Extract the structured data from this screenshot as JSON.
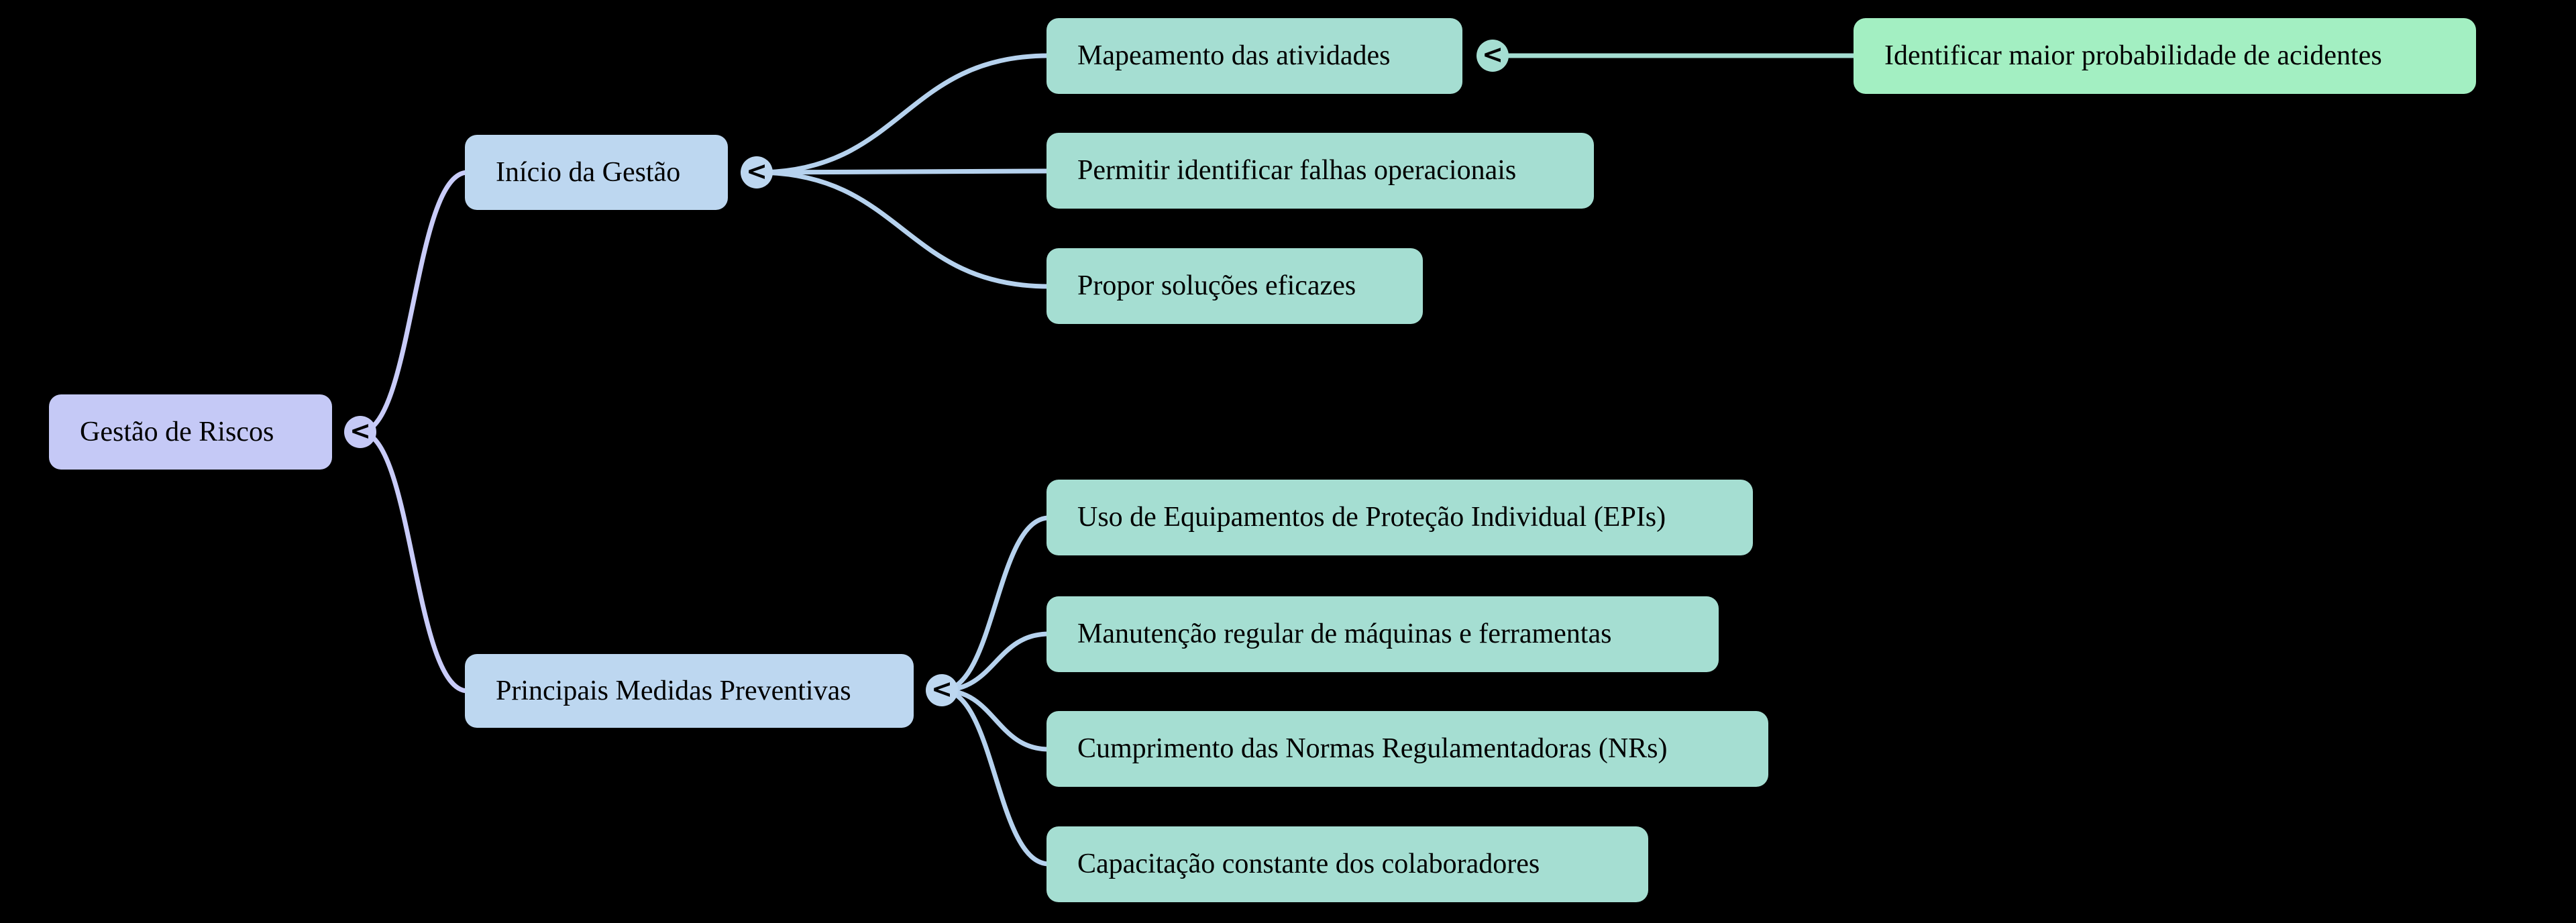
{
  "ui": {
    "toggle_glyph": "<"
  },
  "colors": {
    "background": "#000000",
    "text": "#000000",
    "root_fill": "#c5c9f6",
    "root_edge": "#c9ccf9",
    "level2_fill": "#bdd7f0",
    "level2_edge": "#b6d2ee",
    "level3_fill": "#a5ded2",
    "level3_edge": "#a5ded2",
    "level4_fill": "#a3efc2"
  },
  "mindmap": {
    "root": {
      "label": "Gestão de Riscos",
      "children": [
        "inicio_da_gestao",
        "principais_medidas"
      ]
    },
    "inicio_da_gestao": {
      "label": "Início da Gestão",
      "children": [
        "mapeamento",
        "permitir",
        "propor"
      ]
    },
    "mapeamento": {
      "label": "Mapeamento das atividades",
      "children": [
        "identificar"
      ]
    },
    "identificar": {
      "label": "Identificar maior probabilidade de acidentes",
      "children": []
    },
    "permitir": {
      "label": "Permitir identificar falhas operacionais",
      "children": []
    },
    "propor": {
      "label": "Propor soluções eficazes",
      "children": []
    },
    "principais_medidas": {
      "label": "Principais Medidas Preventivas",
      "children": [
        "epis",
        "manutencao",
        "cumprimento",
        "capacitacao"
      ]
    },
    "epis": {
      "label": "Uso de Equipamentos de Proteção Individual (EPIs)",
      "children": []
    },
    "manutencao": {
      "label": "Manutenção regular de máquinas e ferramentas",
      "children": []
    },
    "cumprimento": {
      "label": "Cumprimento das Normas Regulamentadoras (NRs)",
      "children": []
    },
    "capacitacao": {
      "label": "Capacitação constante dos colaboradores",
      "children": []
    }
  }
}
